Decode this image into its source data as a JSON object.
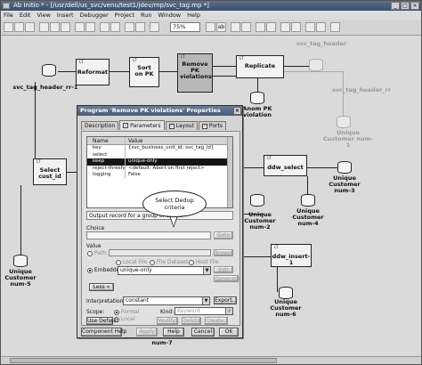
{
  "window": {
    "title": "Ab Initio * - [/usr/dell/us_svc/venu/test1/jdev/mp/svc_tag.mp *]"
  },
  "menu": [
    "File",
    "Edit",
    "View",
    "Insert",
    "Debugger",
    "Project",
    "Run",
    "Window",
    "Help"
  ],
  "toolbar": {
    "zoom": "75%",
    "text_tool": "ab"
  },
  "graph": {
    "components": {
      "reformat": {
        "tag": "LT",
        "label": "Reformat"
      },
      "sort": {
        "tag": "LT",
        "label": "Sort on PK"
      },
      "remove_pk": {
        "tag": "LT",
        "label": "Remove PK violations"
      },
      "replicate": {
        "tag": "LT",
        "label": "Replicate"
      },
      "select_cust": {
        "tag": "LT",
        "label": "Select cust_id"
      },
      "ddw_select": {
        "tag": "LT",
        "label": "ddw_select"
      },
      "ddw_insert": {
        "tag": "LT",
        "label": "ddw_insert-1"
      }
    },
    "datasets": {
      "svc_tag_header_rr_top": "svc_tag_header_rr-1",
      "svc_tag_header": "svc_tag_header",
      "svc_tag_header_rr_right": "svc_tag_header_rr",
      "anom_pk": "Anom PK violation",
      "unique_1": "Unique Customer num-1",
      "unique_2": "Unique Customer num-2",
      "unique_3": "Unique Customer num-3",
      "unique_4": "Unique Customer num-4",
      "unique_5": "Unique Customer num-5",
      "unique_6": "Unique Customer num-6",
      "unique_7": "num-7"
    }
  },
  "dialog": {
    "title": "Program 'Remove PK violations' Properties",
    "tabs": [
      {
        "label": "Description",
        "checked": false
      },
      {
        "label": "Parameters",
        "checked": true
      },
      {
        "label": "Layout",
        "checked": true
      },
      {
        "label": "Ports",
        "checked": true
      }
    ],
    "table": {
      "headers": [
        "Name",
        "Value"
      ],
      "rows": [
        {
          "name": "key",
          "value": "{svc_business_unit_id; svc_tag_id}"
        },
        {
          "name": "select",
          "value": ""
        },
        {
          "name": "keep",
          "value": "unique-only",
          "selected": true
        },
        {
          "name": "reject-threshold",
          "value": "<default: Abort on first reject>"
        },
        {
          "name": "logging",
          "value": "False"
        }
      ]
    },
    "description": "Output record for a group of duplic",
    "choice_label": "Choice",
    "goto_button": "Goto",
    "value_label": "Value",
    "path_label": "Path",
    "local_file": "Local File",
    "file_dataset": "File Dataset",
    "host_file": "Host File",
    "embedded_label": "Embedded:",
    "embedded_value": "unique-only",
    "edit_button": "Edit",
    "generate_button": "Generate",
    "browse_button": "Browse",
    "less_button": "Less",
    "interpretation_label": "Interpretation:",
    "interpretation_value": "constant",
    "export_button": "Export...",
    "scope_label": "Scope:",
    "scope_formal": "Formal",
    "scope_local": "Local",
    "kind_label": "Kind:",
    "kind_value": "Keyword",
    "use_default_button": "Use Default",
    "modify_button": "Modify...",
    "delete_button": "Delete",
    "create_button": "Create...",
    "footer": {
      "component_help": "Component Help",
      "apply": "Apply",
      "help": "Help",
      "cancel": "Cancel",
      "ok": "OK"
    }
  },
  "annotation": {
    "line1": "Select Dedup",
    "line2": "criteria"
  }
}
